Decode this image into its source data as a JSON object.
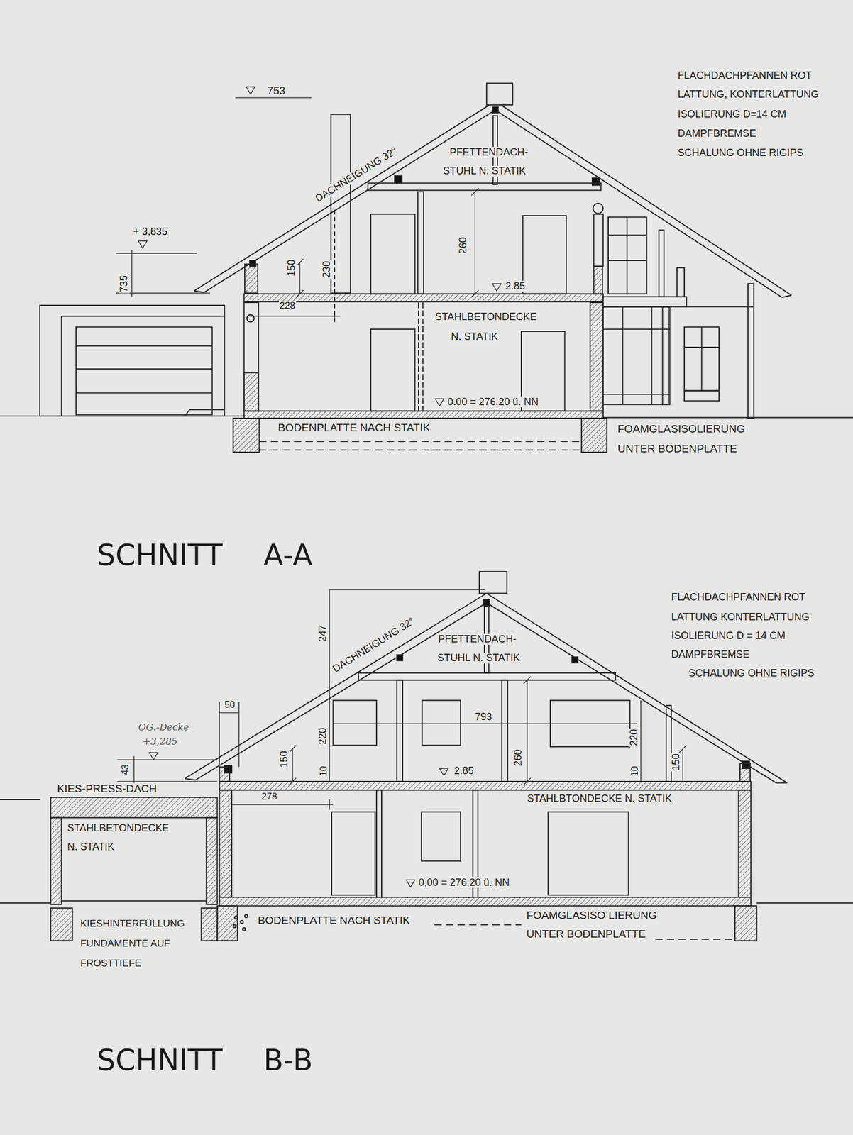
{
  "diagram": {
    "labels": [
      "753",
      "FLACHDACHPFANNEN ROT",
      "LATTUNG, KONTERLATTUNG",
      "ISOLIERUNG D=14 CM",
      "DAMPFBREMSE",
      "SCHALUNG OHNE RIGIPS",
      "DACHNEIGUNG 32°",
      "PFETTENDACH-",
      "STUHL N. STATIK",
      "+ 3,835",
      "735",
      "150",
      "230",
      "260",
      "2.85",
      "228",
      "STAHLBETONDECKE",
      "N. STATIK",
      "0.00 = 276.20 ü. NN",
      "BODENPLATTE NACH STATIK",
      "FOAMGLASISOLIERUNG",
      "UNTER BODENPLATTE",
      "SCHNITT A-A",
      "FLACHDACHPFANNEN ROT",
      "LATTUNG KONTERLATTUNG",
      "ISOLIERUNG D = 14 CM",
      "DAMPFBREMSE",
      "SCHALUNG OHNE RIGIPS",
      "247",
      "DACHNEIGUNG 32°",
      "PFETTENDACH-",
      "STUHL N. STATIK",
      "50",
      "793",
      "220",
      "220",
      "150",
      "10",
      "260",
      "10",
      "150",
      "2.85",
      "OG.-Decke",
      "+3,285",
      "43",
      "KIES-PRESS-DACH",
      "STAHLBETONDECKE",
      "N. STATIK",
      "278",
      "STAHLBTONDECKE N. STATIK",
      "0,00 = 276,20 ü. NN",
      "KIESHINTERFÜLLUNG",
      "FUNDAMENTE AUF",
      "FROSTTIEFE",
      "BODENPLATTE NACH STATIK",
      "FOAMGLASISO LIERUNG",
      "UNTER BODENPLATTE",
      "SCHNITT B-B"
    ]
  }
}
